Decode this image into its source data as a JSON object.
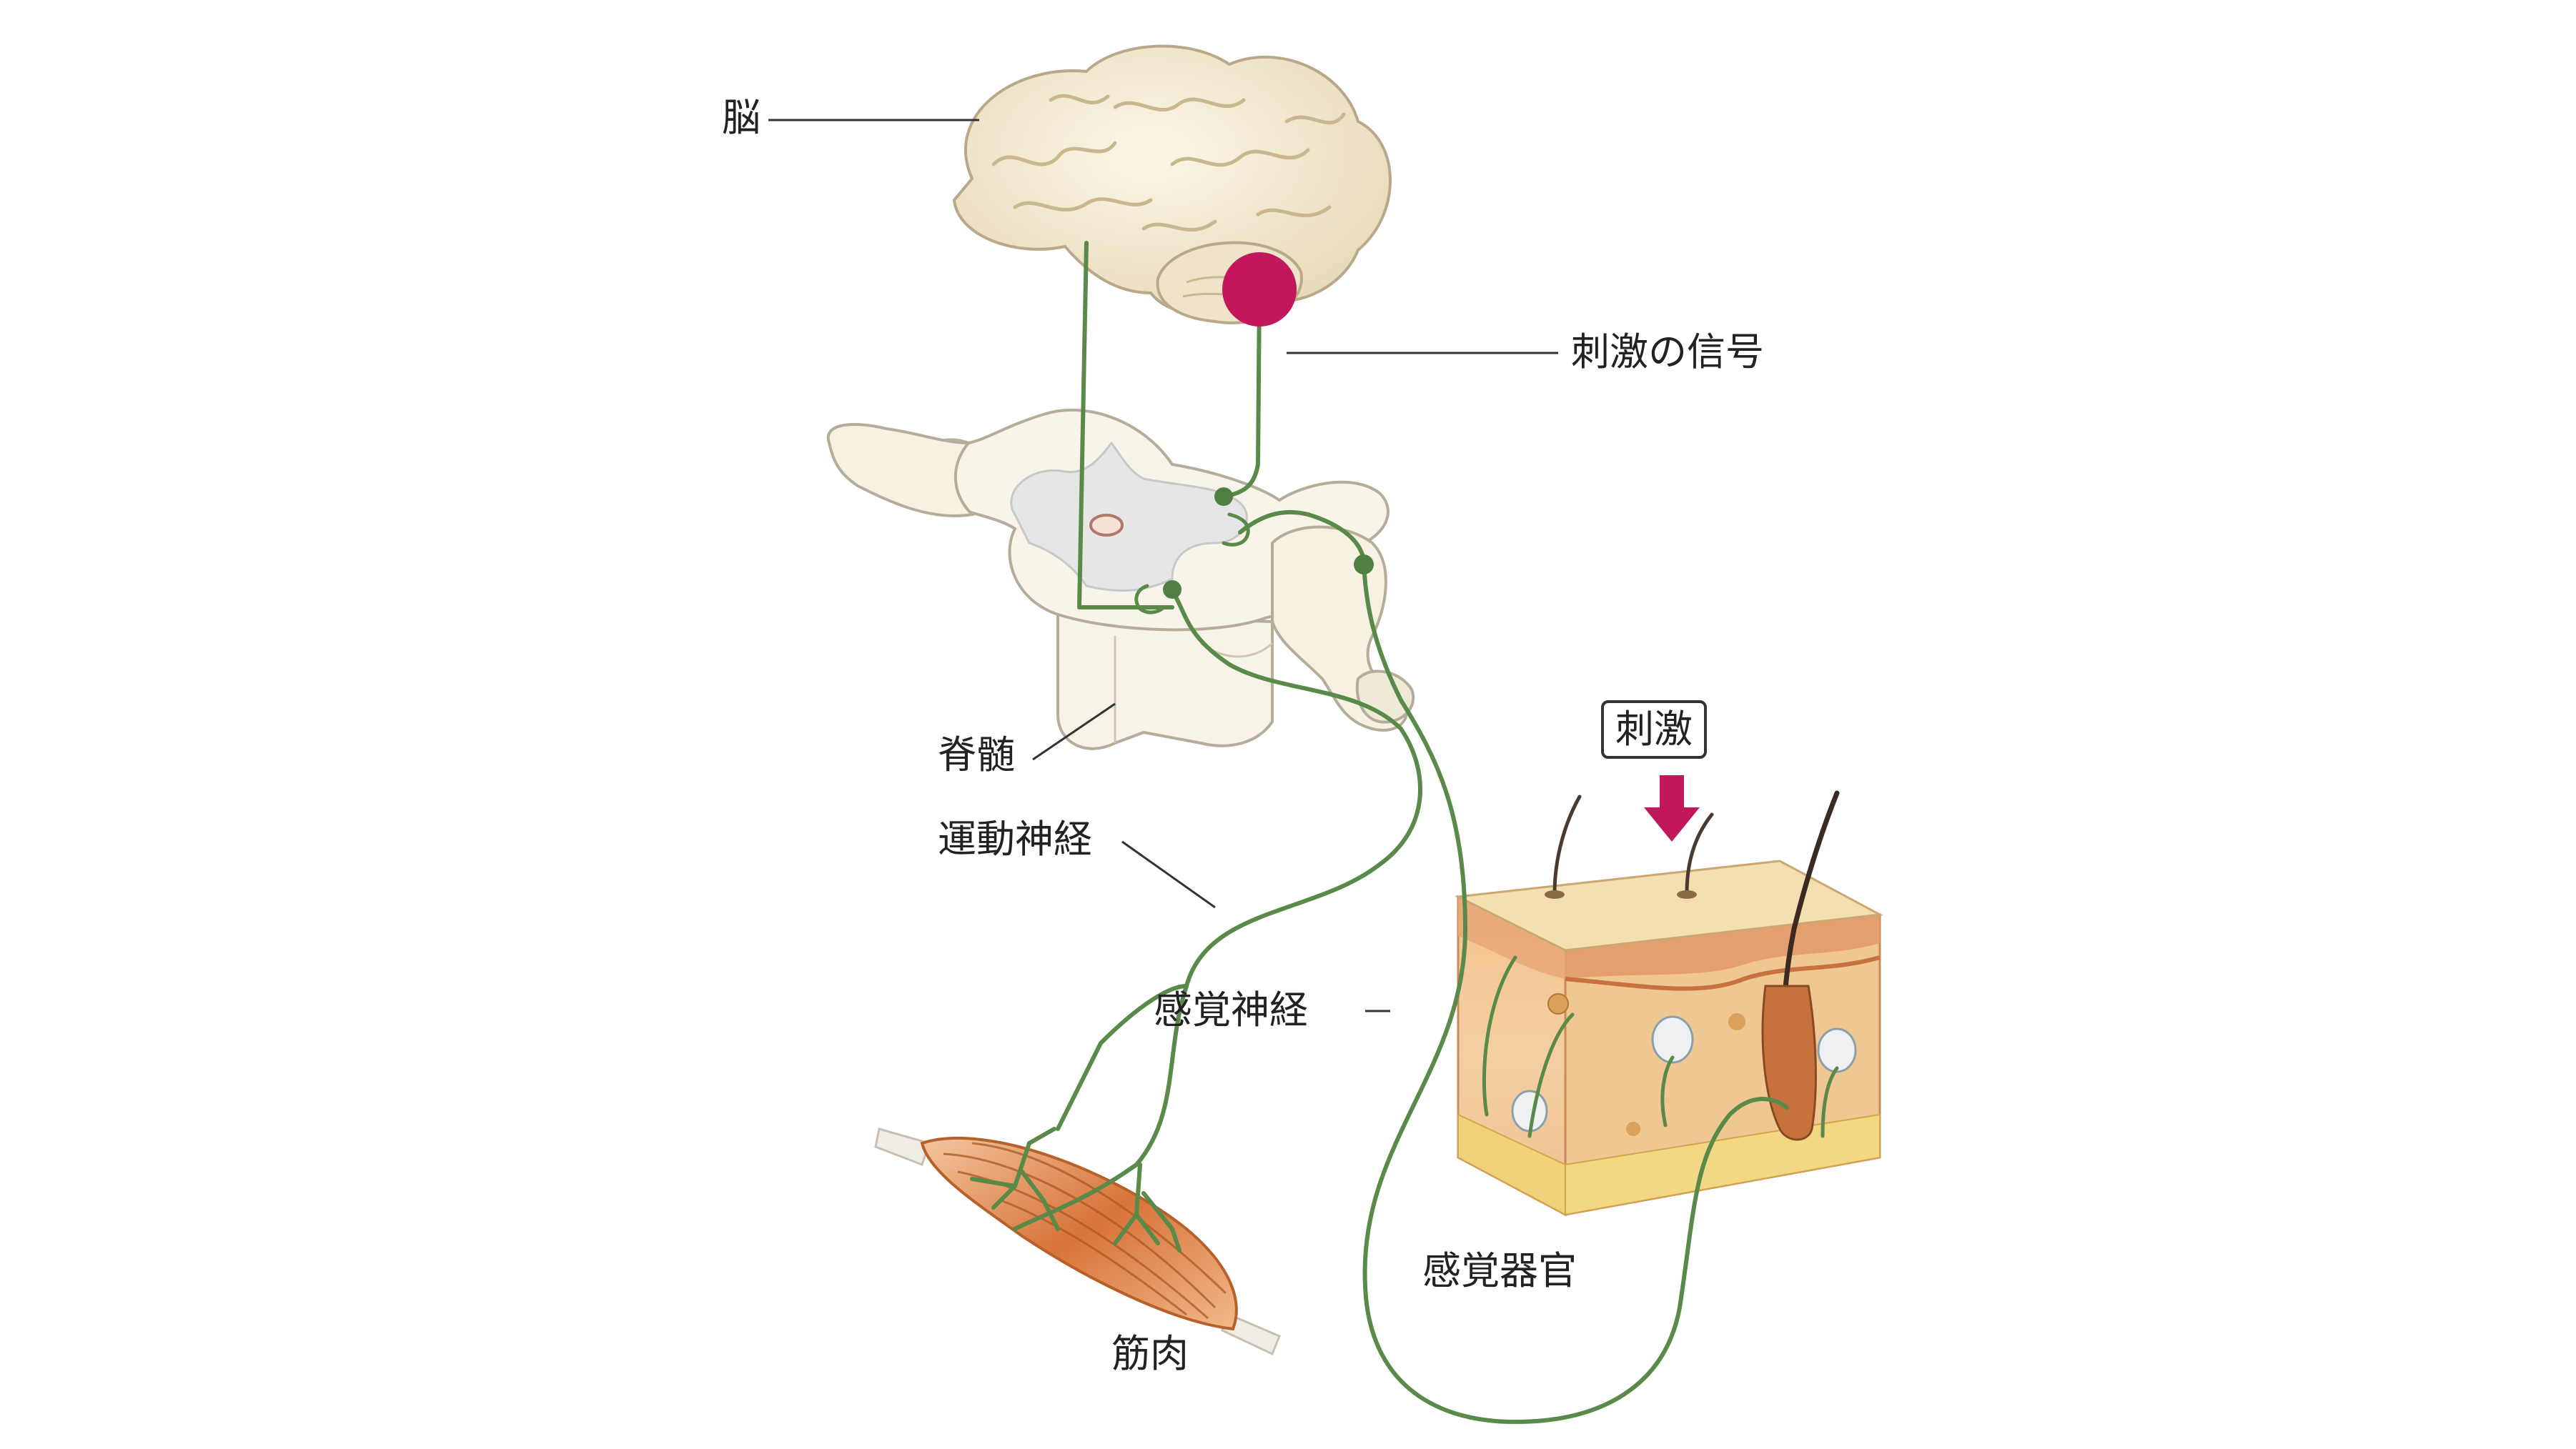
{
  "labels": {
    "brain": "脳",
    "signal": "刺激の信号",
    "spinal_cord": "脊髄",
    "motor_nerve": "運動神経",
    "sensory_nerve": "感覚神経",
    "muscle": "筋肉",
    "sense_organ": "感覚器官",
    "stimulus": "刺激"
  },
  "colors": {
    "nerve": "#5a8a4a",
    "signal": "#c2185b",
    "brain_fill": "#f3ead3",
    "brain_shade": "#d8c9a6",
    "cord_fill": "#f7f3e8",
    "cord_grey": "#e4e4e4",
    "muscle": "#d9834a",
    "skin_top": "#f3d9a8",
    "skin_body": "#f2c79a",
    "fat": "#f0d27a",
    "leader": "#333333"
  }
}
